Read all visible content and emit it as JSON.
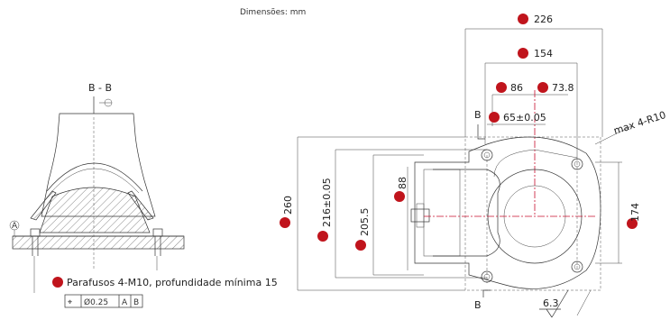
{
  "header": {
    "units_label": "Dimensões: mm"
  },
  "section_view": {
    "title": "B - B",
    "datum_label": "A",
    "note": "Parafusos 4-M10, profundidade mínima 15",
    "tolerance_frame": {
      "symbol": "⌖",
      "value": "Ø0.25",
      "datum_1": "A",
      "datum_2": "B"
    }
  },
  "plan_view": {
    "dimensions": {
      "overall_width": "226",
      "bolt_span": "154",
      "offset_left": "86",
      "offset_right": "73.8",
      "hole_spacing": "65±0.05",
      "overall_height": "260",
      "hole_height": "216±0.05",
      "body_height": "205.5",
      "flange_height": "88",
      "right_height": "174",
      "corner_radius": "max 4-R10",
      "roughness": "6.3"
    },
    "section_marks": {
      "top": "B",
      "bottom": "B"
    }
  },
  "colors": {
    "marker": "#c0141c",
    "centerline": "#c8102e",
    "line": "#333333"
  }
}
